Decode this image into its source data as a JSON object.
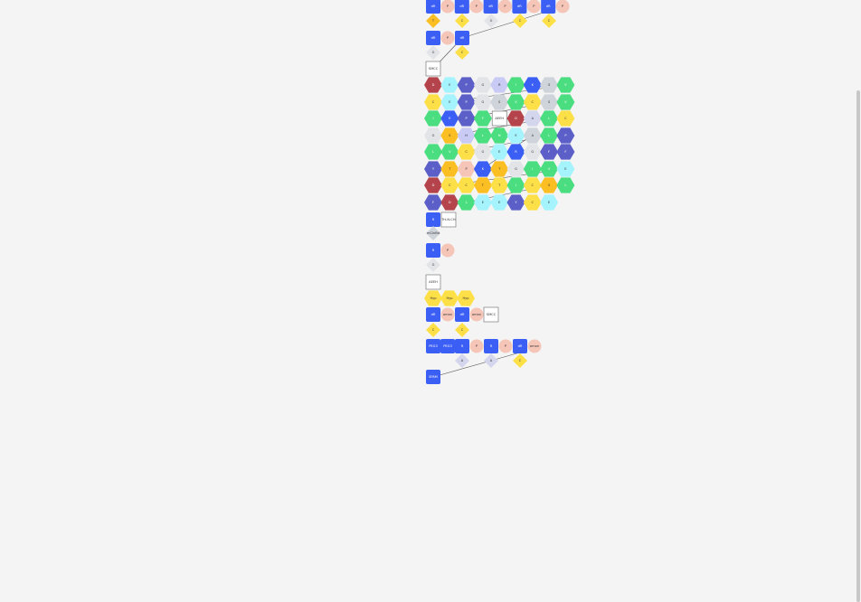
{
  "colors": {
    "blue": "#3b5ef5",
    "peach": "#f5c5b8",
    "yellow": "#fde047",
    "gold": "#fbbf24",
    "gray": "#e2e4e8",
    "indigo": "#5b5fc7",
    "lavender": "#c9cbf5",
    "cyan": "#a5f3fc",
    "green": "#4ade80",
    "red": "#b5434b",
    "silver": "#cfd3da",
    "lilac": "#d4d6ee",
    "white": "#ffffff",
    "line": "#555555",
    "background": "#f4f4f4"
  },
  "diagram": {
    "row1": [
      {
        "label": "dR",
        "color": "blue"
      },
      {
        "label": "P",
        "color": "peach"
      },
      {
        "label": "dR",
        "color": "blue"
      },
      {
        "label": "P",
        "color": "peach"
      },
      {
        "label": "dR",
        "color": "blue"
      },
      {
        "label": "P",
        "color": "peach"
      },
      {
        "label": "dR",
        "color": "blue"
      },
      {
        "label": "P",
        "color": "peach"
      },
      {
        "label": "dR",
        "color": "blue"
      },
      {
        "label": "P",
        "color": "peach"
      }
    ],
    "row2": [
      {
        "label": "T",
        "color": "gold"
      },
      {
        "label": "C",
        "color": "yellow"
      },
      {
        "label": "G",
        "color": "gray"
      },
      {
        "label": "C",
        "color": "yellow"
      },
      {
        "label": "C",
        "color": "yellow"
      }
    ],
    "row3": [
      {
        "label": "dR",
        "color": "blue"
      },
      {
        "label": "P",
        "color": "peach"
      },
      {
        "label": "dR",
        "color": "blue"
      }
    ],
    "row4": [
      {
        "label": "G",
        "color": "gray"
      },
      {
        "label": "C",
        "color": "yellow"
      }
    ],
    "smcc": "SMCC",
    "peptide_rows": [
      [
        {
          "l": "D",
          "c": "red"
        },
        {
          "l": "E",
          "c": "cyan"
        },
        {
          "l": "P",
          "c": "indigo"
        },
        {
          "l": "G",
          "c": "gray"
        },
        {
          "l": "R",
          "c": "lavender"
        },
        {
          "l": "I",
          "c": "green"
        },
        {
          "l": "K",
          "c": "blue"
        },
        {
          "l": "S",
          "c": "silver"
        },
        {
          "l": "V",
          "c": "green"
        }
      ],
      [
        {
          "l": "C",
          "c": "yellow"
        },
        {
          "l": "E",
          "c": "cyan"
        },
        {
          "l": "P",
          "c": "indigo"
        },
        {
          "l": "G",
          "c": "gray"
        },
        {
          "l": "S",
          "c": "silver"
        },
        {
          "l": "V",
          "c": "green"
        },
        {
          "l": "C",
          "c": "yellow"
        },
        {
          "l": "S",
          "c": "silver"
        },
        {
          "l": "V",
          "c": "green"
        }
      ],
      [
        {
          "l": "I",
          "c": "green"
        },
        {
          "l": "E",
          "c": "blue"
        },
        {
          "l": "P",
          "c": "indigo"
        },
        {
          "l": "F",
          "c": "green"
        },
        {
          "l": "AEEH",
          "c": "box"
        },
        {
          "l": "D",
          "c": "red"
        },
        {
          "l": "A",
          "c": "lilac"
        },
        {
          "l": "L",
          "c": "green"
        },
        {
          "l": "C",
          "c": "yellow"
        }
      ],
      [
        {
          "l": "G",
          "c": "gray"
        },
        {
          "l": "S",
          "c": "gold"
        },
        {
          "l": "H",
          "c": "lavender"
        },
        {
          "l": "L",
          "c": "green"
        },
        {
          "l": "N",
          "c": "green"
        },
        {
          "l": "E",
          "c": "cyan"
        },
        {
          "l": "A",
          "c": "silver"
        },
        {
          "l": "L",
          "c": "green"
        },
        {
          "l": "P",
          "c": "indigo"
        }
      ],
      [
        {
          "l": "L",
          "c": "green"
        },
        {
          "l": "V",
          "c": "green"
        },
        {
          "l": "C",
          "c": "yellow"
        },
        {
          "l": "G",
          "c": "gray"
        },
        {
          "l": "E",
          "c": "cyan"
        },
        {
          "l": "R",
          "c": "blue"
        },
        {
          "l": "G",
          "c": "gray"
        },
        {
          "l": "F",
          "c": "indigo"
        },
        {
          "l": "F",
          "c": "indigo"
        }
      ],
      [
        {
          "l": "Y",
          "c": "indigo"
        },
        {
          "l": "T",
          "c": "gold"
        },
        {
          "l": "P",
          "c": "peach"
        },
        {
          "l": "K",
          "c": "blue"
        },
        {
          "l": "T",
          "c": "gold"
        },
        {
          "l": "G",
          "c": "gray"
        },
        {
          "l": "I",
          "c": "green"
        },
        {
          "l": "V",
          "c": "green"
        },
        {
          "l": "E",
          "c": "cyan"
        }
      ],
      [
        {
          "l": "D",
          "c": "red"
        },
        {
          "l": "C",
          "c": "yellow"
        },
        {
          "l": "C",
          "c": "yellow"
        },
        {
          "l": "T",
          "c": "gold"
        },
        {
          "l": "T",
          "c": "yellow"
        },
        {
          "l": "I",
          "c": "green"
        },
        {
          "l": "C",
          "c": "yellow"
        },
        {
          "l": "S",
          "c": "gold"
        },
        {
          "l": "L",
          "c": "green"
        }
      ],
      [
        {
          "l": "F",
          "c": "indigo"
        },
        {
          "l": "D",
          "c": "red"
        },
        {
          "l": "L",
          "c": "green"
        },
        {
          "l": "E",
          "c": "cyan"
        },
        {
          "l": "E",
          "c": "cyan"
        },
        {
          "l": "Y",
          "c": "indigo"
        },
        {
          "l": "C",
          "c": "yellow"
        },
        {
          "l": "E",
          "c": "cyan"
        }
      ]
    ],
    "tail": [
      {
        "label": "R",
        "color": "blue"
      },
      {
        "label": "Trt-N-CH",
        "color": "box"
      }
    ],
    "cleave_label": "mClnBd",
    "row_after": [
      {
        "label": "R",
        "color": "blue"
      },
      {
        "label": "P",
        "color": "peach"
      }
    ],
    "g_node": "G",
    "aeeh_box": "AEEH",
    "hex_row": [
      {
        "label": "Hyp",
        "color": "yellow"
      },
      {
        "label": "Hyp",
        "color": "yellow"
      },
      {
        "label": "Hyp",
        "color": "yellow"
      }
    ],
    "dr_row": [
      {
        "label": "dR",
        "color": "blue"
      },
      {
        "label": "amon",
        "color": "peach"
      },
      {
        "label": "dR",
        "color": "blue"
      },
      {
        "label": "amon",
        "color": "peach"
      },
      {
        "label": "SMCC",
        "color": "box"
      }
    ],
    "c_row": [
      {
        "label": "C",
        "color": "yellow"
      },
      {
        "label": "C",
        "color": "yellow"
      }
    ],
    "bottom_row": [
      {
        "label": "PEG3",
        "color": "blue"
      },
      {
        "label": "PEG3",
        "color": "blue"
      },
      {
        "label": "R",
        "color": "blue"
      },
      {
        "label": "P",
        "color": "peach"
      },
      {
        "label": "R",
        "color": "blue"
      },
      {
        "label": "P",
        "color": "peach"
      },
      {
        "label": "dR",
        "color": "blue"
      },
      {
        "label": "amon",
        "color": "peach"
      }
    ],
    "bottom_bases": [
      {
        "label": "A",
        "color": "lilac"
      },
      {
        "label": "A",
        "color": "lilac"
      },
      {
        "label": "C",
        "color": "yellow"
      }
    ],
    "final": "SPAM"
  }
}
